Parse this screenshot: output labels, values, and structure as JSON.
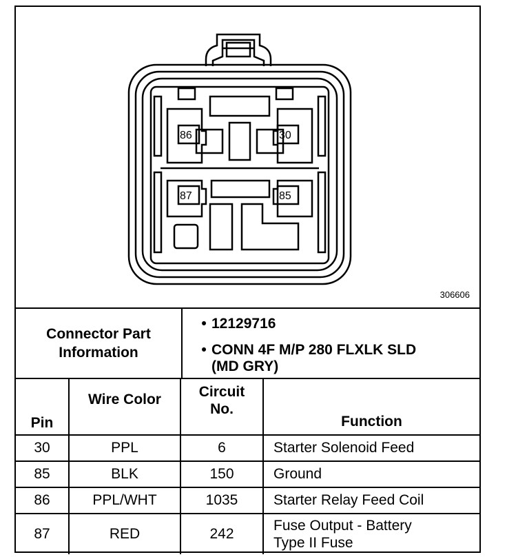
{
  "diagram": {
    "figure_code": "306606",
    "pin_labels": [
      "86",
      "30",
      "87",
      "85"
    ]
  },
  "part_info": {
    "label_line1": "Connector Part",
    "label_line2": "Information",
    "items": [
      "12129716",
      "CONN 4F M/P 280 FLXLK SLD",
      "(MD GRY)"
    ]
  },
  "table": {
    "headers": {
      "pin": "Pin",
      "wire_color": "Wire Color",
      "circuit_line1": "Circuit",
      "circuit_line2": "No.",
      "function": "Function"
    },
    "rows": [
      {
        "pin": "30",
        "wire_color": "PPL",
        "circuit": "6",
        "function": "Starter Solenoid Feed"
      },
      {
        "pin": "85",
        "wire_color": "BLK",
        "circuit": "150",
        "function": "Ground"
      },
      {
        "pin": "86",
        "wire_color": "PPL/WHT",
        "circuit": "1035",
        "function": "Starter Relay Feed Coil"
      },
      {
        "pin": "87",
        "wire_color": "RED",
        "circuit": "242",
        "function_line1": "Fuse Output - Battery",
        "function_line2": "Type II Fuse"
      }
    ]
  }
}
